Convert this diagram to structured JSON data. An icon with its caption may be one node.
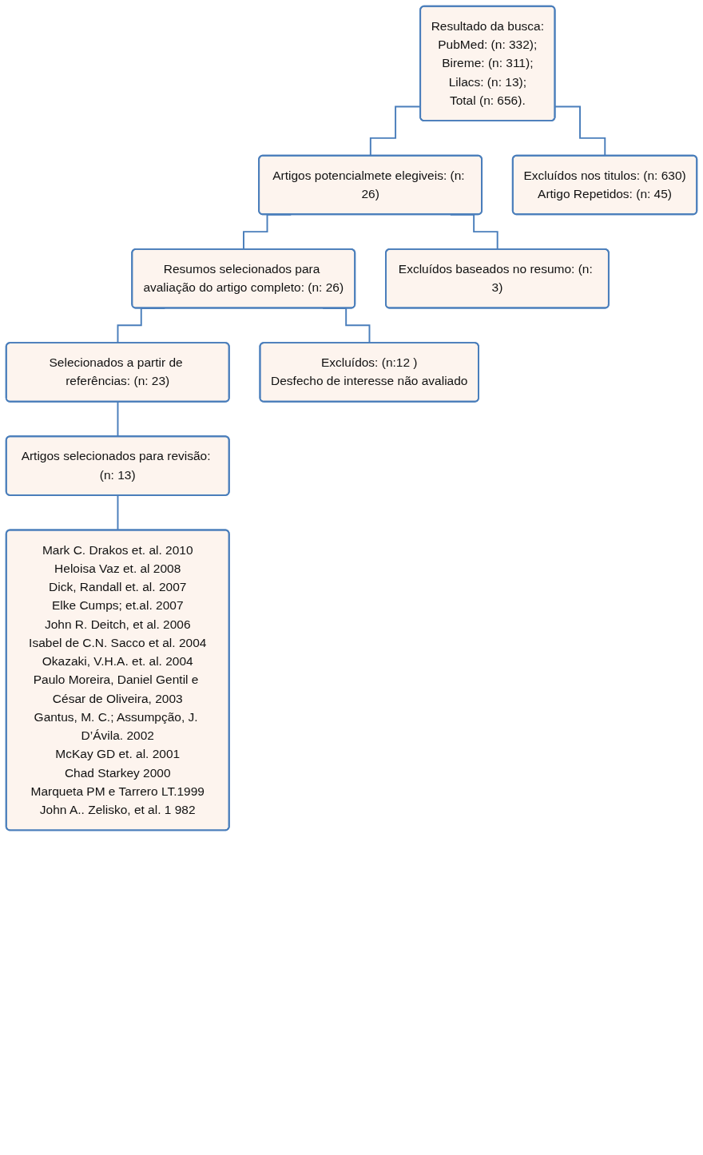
{
  "diagram": {
    "nodes": [
      {
        "text": [
          "Resultado da busca:",
          "PubMed: (n: 332);",
          "Bireme: (n: 311);",
          "Lilacs: (n: 13);",
          "Total (n: 656)."
        ]
      },
      {
        "text": [
          "Artigos potencialmete elegiveis: (n: 26)"
        ]
      },
      {
        "text": [
          "Excluídos nos titulos: (n: 630)",
          "Artigo Repetidos: (n: 45)"
        ]
      },
      {
        "text": [
          "Resumos selecionados para avaliação do artigo completo: (n: 26)"
        ]
      },
      {
        "text": [
          "Excluídos baseados no resumo: (n: 3)"
        ]
      },
      {
        "text": [
          "Selecionados a partir de referências: (n: 23)"
        ]
      },
      {
        "text": [
          "Excluídos: (n:12 )",
          "Desfecho de interesse não avaliado"
        ]
      },
      {
        "text": [
          "Artigos selecionados para revisão: (n: 13)"
        ]
      },
      {
        "text": [
          "Mark C. Drakos et. al. 2010",
          "Heloisa Vaz et. al 2008",
          "Dick, Randall et. al. 2007",
          "Elke Cumps; et.al. 2007",
          "John R. Deitch, et al. 2006",
          "Isabel de C.N. Sacco et al. 2004",
          "Okazaki, V.H.A. et. al. 2004",
          "Paulo Moreira, Daniel Gentil e César de Oliveira, 2003",
          "Gantus, M. C.; Assumpção, J. D’Ávila. 2002",
          "McKay GD et. al. 2001",
          "Chad Starkey 2000",
          "Marqueta PM e Tarrero LT.1999",
          "John A.. Zelisko, et al. 1 982"
        ]
      }
    ],
    "edges": [
      {
        "from": 0,
        "to": 1,
        "arrow": "none"
      },
      {
        "from": 0,
        "to": 2,
        "arrow": "none"
      },
      {
        "from": 1,
        "to": 3,
        "arrow": "none"
      },
      {
        "from": 1,
        "to": 4,
        "arrow": "none"
      },
      {
        "from": 3,
        "to": 5,
        "arrow": "none"
      },
      {
        "from": 3,
        "to": 6,
        "arrow": "none"
      },
      {
        "from": 5,
        "to": 7,
        "arrow": "none"
      },
      {
        "from": 7,
        "to": 8,
        "arrow": "none"
      }
    ]
  }
}
